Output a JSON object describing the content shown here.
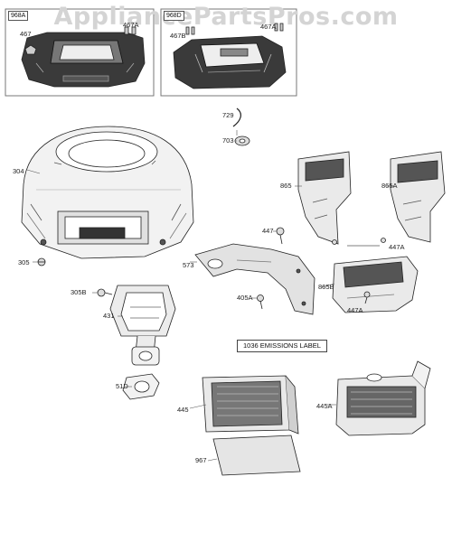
{
  "watermark": "AppliancePartsPros.com",
  "kits": [
    {
      "id": "968A",
      "parts": [
        "467",
        "467A"
      ]
    },
    {
      "id": "968D",
      "parts": [
        "467B",
        "467A"
      ]
    }
  ],
  "labels": {
    "p729": "729",
    "p703": "703",
    "p304": "304",
    "p305": "305",
    "p305B": "305B",
    "p431": "431",
    "p51D": "51D",
    "p445": "445",
    "p445A": "445A",
    "p967": "967",
    "p865": "865",
    "p865A": "865A",
    "p865B": "865B",
    "p447": "447",
    "p447A_upper": "447A",
    "p447A_lower": "447A",
    "p573": "573",
    "p405A": "405A",
    "emissions": "1036 EMISSIONS LABEL"
  },
  "colors": {
    "line": "#333333",
    "dark_part": "#3a3a3a",
    "filter_pleat": "#555555",
    "box_border": "#777777",
    "watermark": "#d4d4d4"
  }
}
